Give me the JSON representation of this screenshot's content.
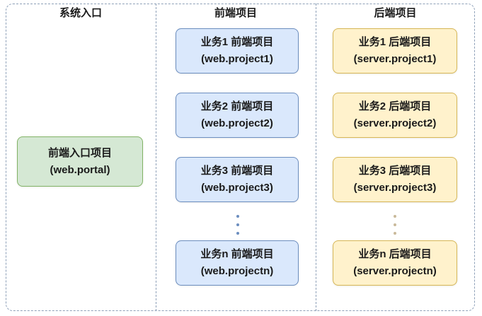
{
  "columns": [
    {
      "header": "系统入口",
      "boxes": [
        {
          "title": "前端入口项目",
          "subtitle": "(web.portal)"
        }
      ]
    },
    {
      "header": "前端项目",
      "boxes": [
        {
          "title": "业务1 前端项目",
          "subtitle": "(web.project1)"
        },
        {
          "title": "业务2 前端项目",
          "subtitle": "(web.project2)"
        },
        {
          "title": "业务3 前端项目",
          "subtitle": "(web.project3)"
        },
        {
          "title": "业务n 前端项目",
          "subtitle": "(web.projectn)"
        }
      ]
    },
    {
      "header": "后端项目",
      "boxes": [
        {
          "title": "业务1 后端项目",
          "subtitle": "(server.project1)"
        },
        {
          "title": "业务2 后端项目",
          "subtitle": "(server.project2)"
        },
        {
          "title": "业务3 后端项目",
          "subtitle": "(server.project3)"
        },
        {
          "title": "业务n 后端项目",
          "subtitle": "(server.projectn)"
        }
      ]
    }
  ],
  "colors": {
    "entry_fill": "#d5e8d4",
    "entry_stroke": "#82b366",
    "frontend_fill": "#dae8fc",
    "frontend_stroke": "#6c8ebf",
    "backend_fill": "#fff2cc",
    "backend_stroke": "#d6b656",
    "frontend_dots": "#6c8ebf",
    "backend_dots": "#c9b99a"
  }
}
